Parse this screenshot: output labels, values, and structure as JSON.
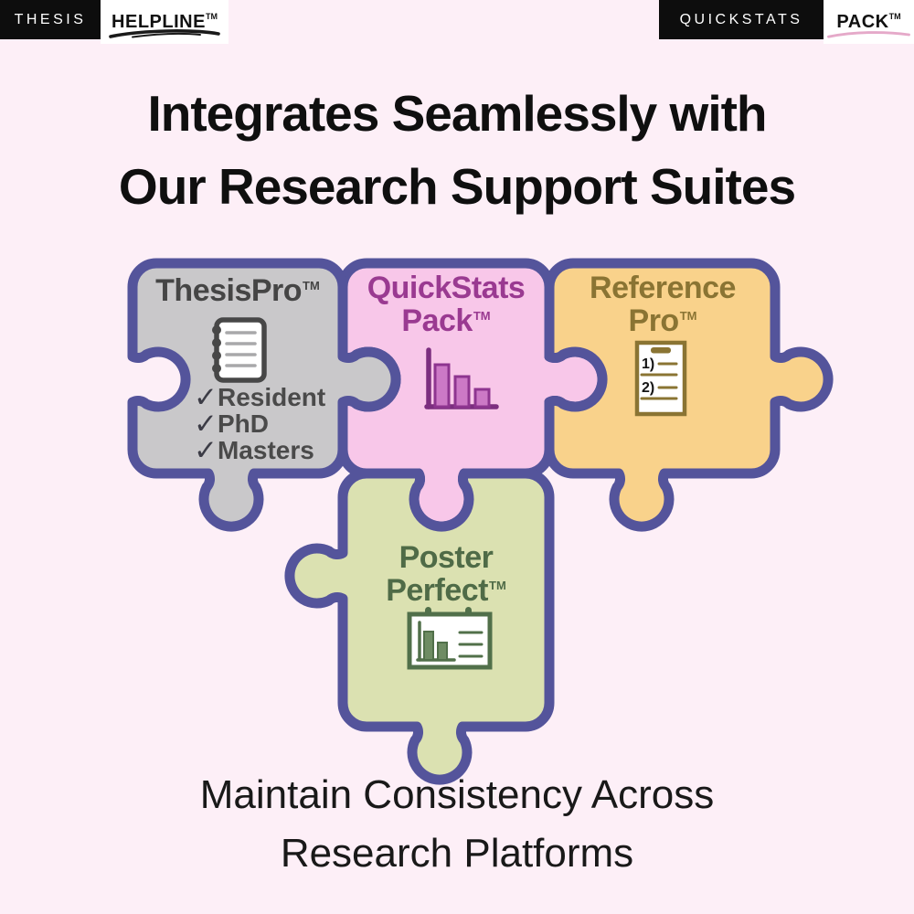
{
  "header": {
    "left_badge": {
      "primary": "THESIS",
      "secondary": "HELPLINE",
      "tm": "TM"
    },
    "right_badge": {
      "primary": "QUICKSTATS",
      "secondary": "PACK",
      "tm": "TM"
    }
  },
  "title": {
    "line1": "Integrates Seamlessly with",
    "line2": "Our Research Support Suites"
  },
  "puzzle": {
    "border_color": "#54549b",
    "pieces": [
      {
        "name": "ThesisPro",
        "title": "ThesisPro",
        "tm": "TM",
        "fill": "#c9c8ca",
        "text_color": "#454545",
        "icon": "notebook-icon",
        "check_glyph": "✓",
        "checklist": [
          "Resident",
          "PhD",
          "Masters"
        ]
      },
      {
        "name": "QuickStats Pack",
        "title_line1": "QuickStats",
        "title_line2": "Pack",
        "tm": "TM",
        "fill": "#f8c7e9",
        "text_color": "#9a3a91",
        "icon": "bar-chart-icon"
      },
      {
        "name": "Reference Pro",
        "title_line1": "Reference",
        "title_line2": "Pro",
        "tm": "TM",
        "fill": "#f9d28b",
        "text_color": "#8a7433",
        "icon": "numbered-list-icon",
        "list_numbers": [
          "1)",
          "2)"
        ]
      },
      {
        "name": "Poster Perfect",
        "title_line1": "Poster",
        "title_line2": "Perfect",
        "tm": "TM",
        "fill": "#dbe1b1",
        "text_color": "#4f6b47",
        "icon": "poster-board-icon"
      }
    ]
  },
  "footer": {
    "line1": "Maintain Consistency Across",
    "line2": "Research Platforms"
  },
  "colors": {
    "background": "#fdeff7",
    "badge_bg_dark": "#0d0d0d",
    "badge_bg_light": "#ffffff",
    "badge_text_light": "#ffffff",
    "badge_text_dark": "#111111",
    "helpline_underline": "#1a1a1a",
    "pack_underline": "#e5a9c9",
    "title_text": "#0f0f0f",
    "footer_text": "#191919"
  }
}
